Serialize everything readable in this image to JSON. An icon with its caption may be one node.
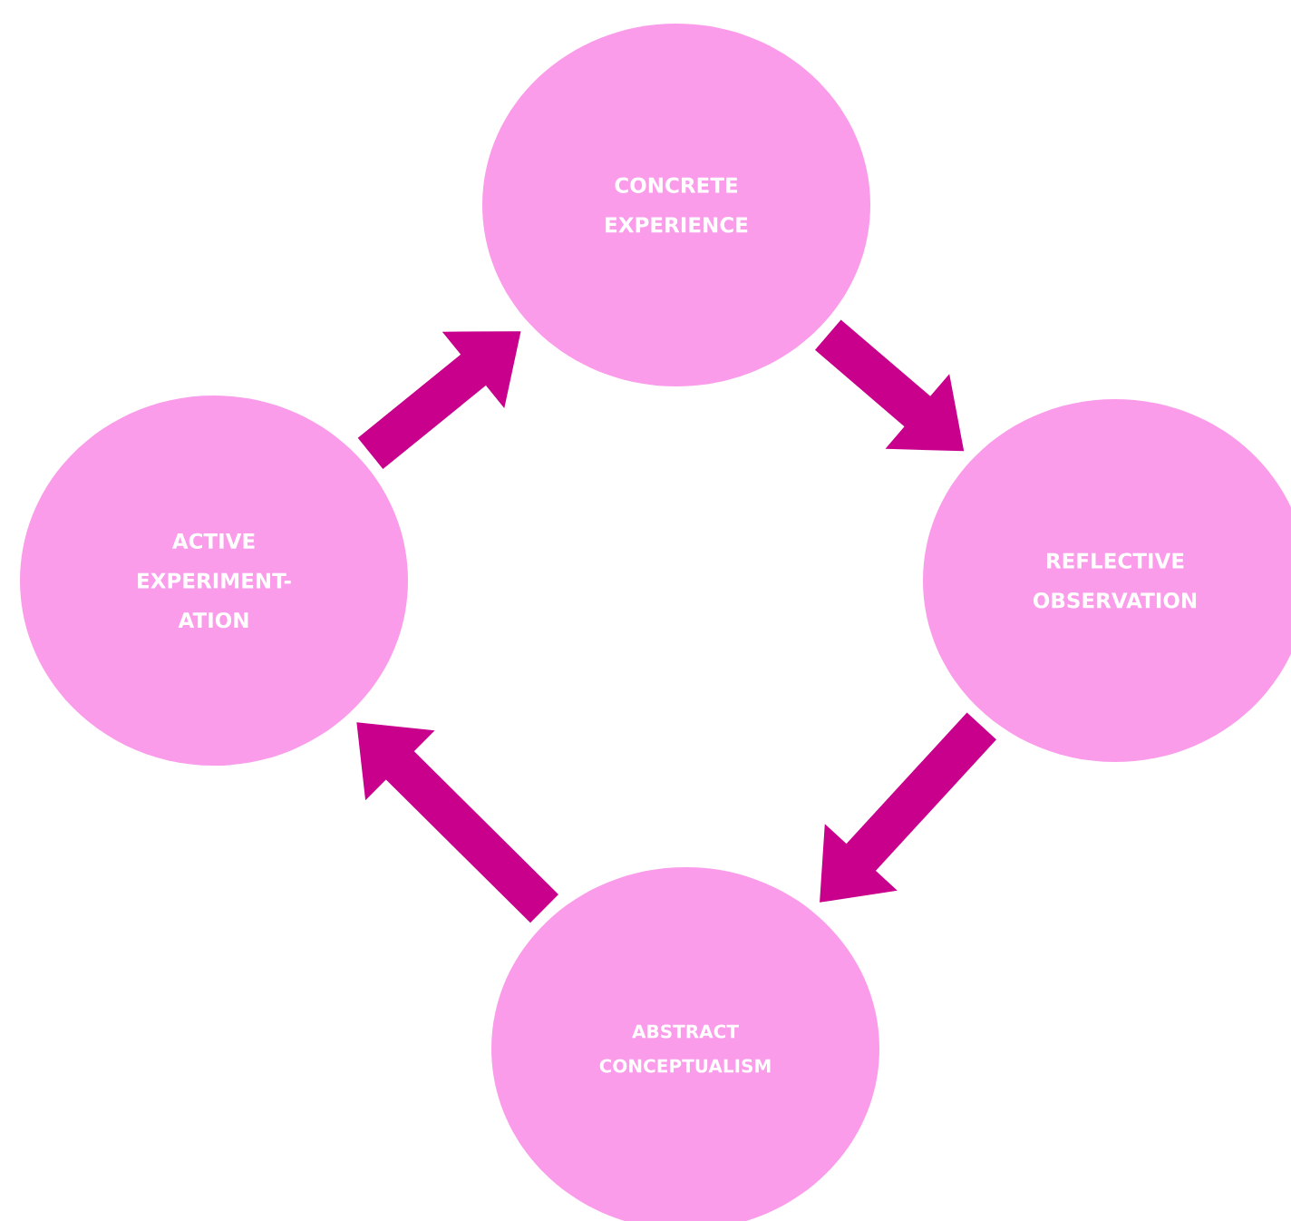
{
  "diagram": {
    "nodes": [
      {
        "text": [
          "CONCRETE EXPERIENCE"
        ]
      },
      {
        "text": [
          "REFLECTIVE OBSERVATION"
        ]
      },
      {
        "text": [
          "ABSTRACT CONCEPTUALISM"
        ]
      },
      {
        "text": [
          "ACTIVE EXPERIMENT- ATION"
        ]
      }
    ],
    "edges": [
      {
        "from": 0,
        "to": 1,
        "arrow": "to"
      },
      {
        "from": 1,
        "to": 2,
        "arrow": "to"
      },
      {
        "from": 2,
        "to": 3,
        "arrow": "to"
      },
      {
        "from": 3,
        "to": 0,
        "arrow": "to"
      }
    ]
  }
}
